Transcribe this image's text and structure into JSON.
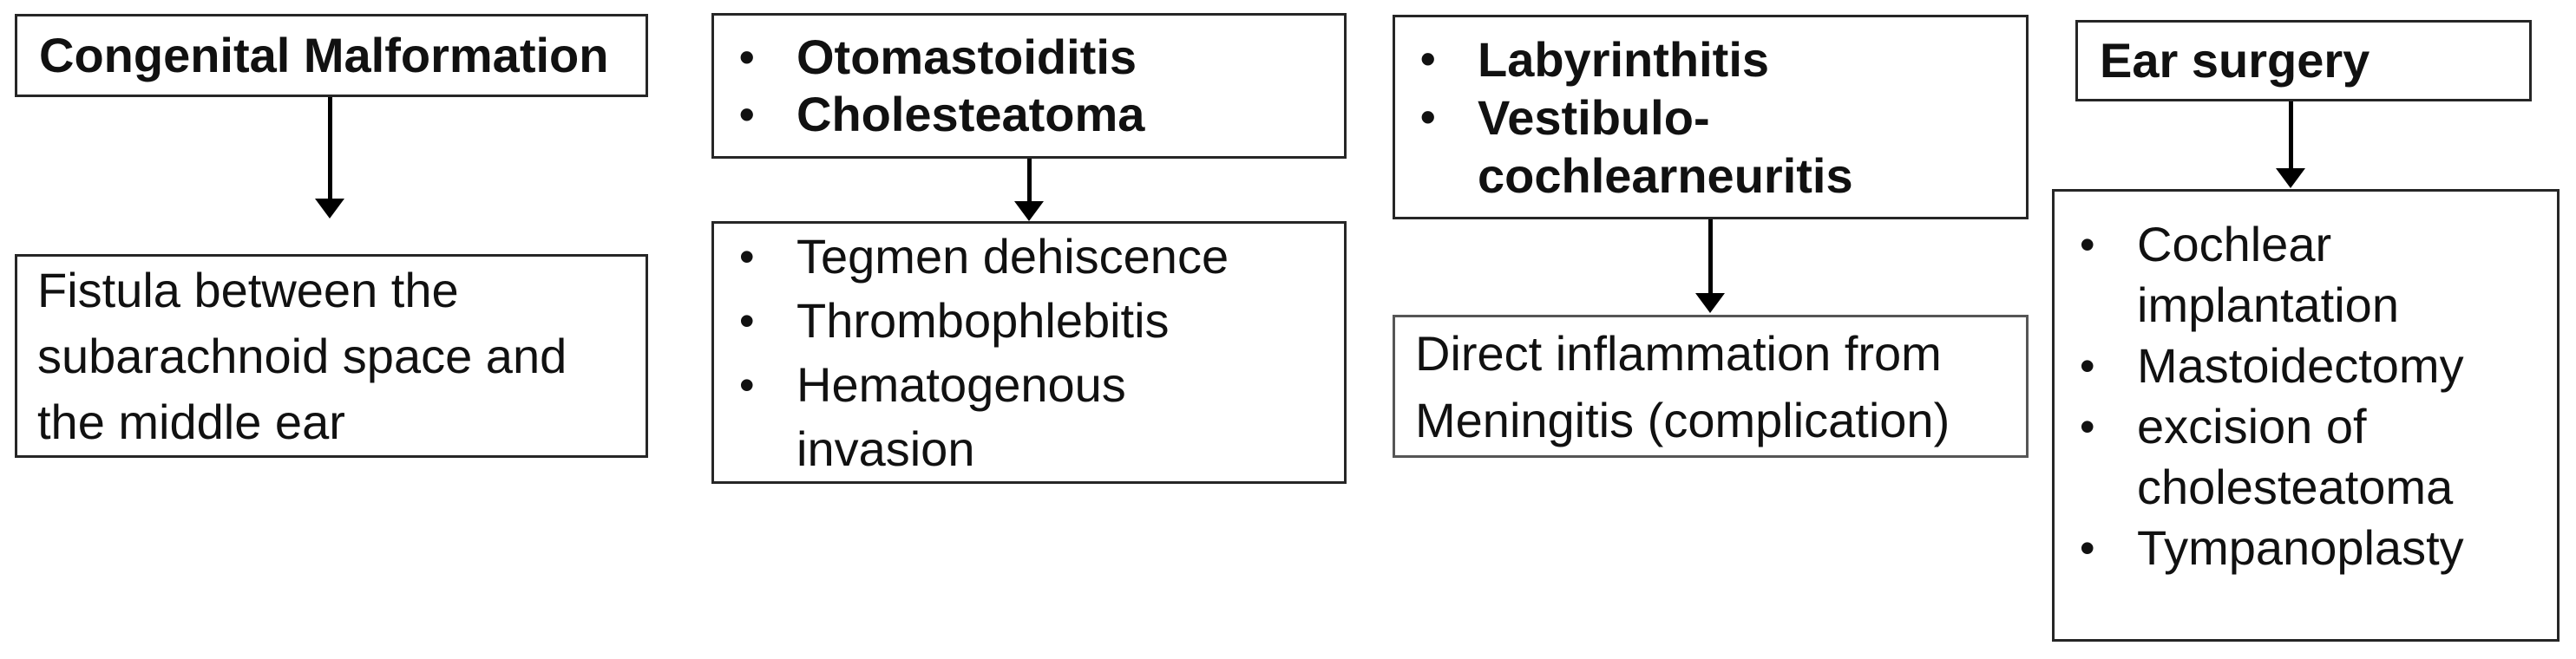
{
  "diagram": {
    "bullet_glyph": "•",
    "colors": {
      "background": "#ffffff",
      "box_fill": "#ffffff",
      "box_border": "#262626",
      "text": "#111111",
      "arrow": "#000000"
    },
    "columns": [
      {
        "header": {
          "text": "Congenital Malformation"
        },
        "content": {
          "text": "Fistula between the\nsubarachnoid space and\nthe middle ear"
        }
      },
      {
        "header": {
          "items": [
            "Otomastoiditis",
            "Cholesteatoma"
          ]
        },
        "content": {
          "items": [
            "Tegmen dehiscence",
            "Thrombophlebitis",
            "Hematogenous\ninvasion"
          ]
        }
      },
      {
        "header": {
          "items": [
            "Labyrinthitis",
            "Vestibulo-\ncochlearneuritis"
          ]
        },
        "content": {
          "text": "Direct inflammation from\nMeningitis (complication)"
        }
      },
      {
        "header": {
          "text": "Ear surgery"
        },
        "content": {
          "items": [
            "Cochlear\nimplantation",
            "Mastoidectomy",
            "excision of\ncholesteatoma",
            "Tympanoplasty"
          ]
        }
      }
    ]
  }
}
